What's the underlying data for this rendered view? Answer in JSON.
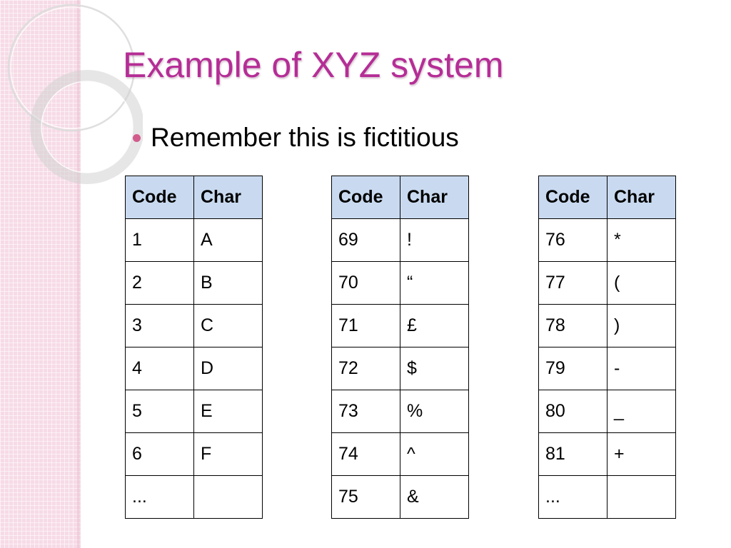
{
  "slide": {
    "title": "Example of XYZ system",
    "bullet": "Remember this is fictitious"
  },
  "tables": [
    {
      "headers": [
        "Code",
        "Char"
      ],
      "rows": [
        [
          "1",
          "A"
        ],
        [
          "2",
          "B"
        ],
        [
          "3",
          "C"
        ],
        [
          "4",
          "D"
        ],
        [
          "5",
          "E"
        ],
        [
          "6",
          "F"
        ],
        [
          "...",
          ""
        ]
      ]
    },
    {
      "headers": [
        "Code",
        "Char"
      ],
      "rows": [
        [
          "69",
          "!"
        ],
        [
          "70",
          "“"
        ],
        [
          "71",
          "£"
        ],
        [
          "72",
          "$"
        ],
        [
          "73",
          "%"
        ],
        [
          "74",
          "^"
        ],
        [
          "75",
          "&"
        ]
      ]
    },
    {
      "headers": [
        "Code",
        "Char"
      ],
      "rows": [
        [
          "76",
          "*"
        ],
        [
          "77",
          "("
        ],
        [
          "78",
          ")"
        ],
        [
          "79",
          "-"
        ],
        [
          "80",
          "_"
        ],
        [
          "81",
          "+"
        ],
        [
          "...",
          ""
        ]
      ]
    }
  ],
  "colors": {
    "title": "#b52d96",
    "bullet": "#d25c8c",
    "header_fill": "#c9daf0",
    "side_band": "#f6dbe6"
  }
}
